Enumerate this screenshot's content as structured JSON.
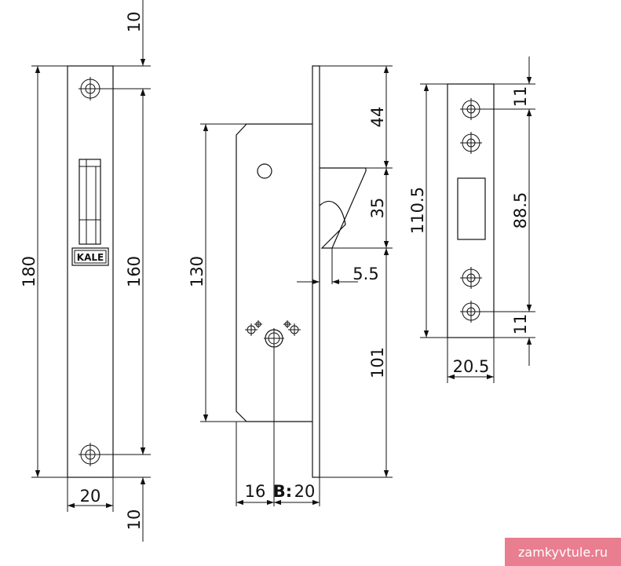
{
  "faceplate": {
    "top_offset": "10",
    "height_total": "180",
    "hole_spacing": "160",
    "width": "20",
    "bottom_offset": "10",
    "brand": "KALE"
  },
  "lock_body": {
    "depth_top": "44",
    "latch_height": "35",
    "latch_projection": "5.5",
    "depth_bottom": "101",
    "body_height": "130",
    "backset_left": "16",
    "backset_label": "B:",
    "backset_right": "20"
  },
  "strike_plate": {
    "height": "110.5",
    "top_offset": "11",
    "hole_spacing": "88.5",
    "bottom_offset": "11",
    "width": "20.5"
  },
  "watermark": "zamkyvtule.ru"
}
